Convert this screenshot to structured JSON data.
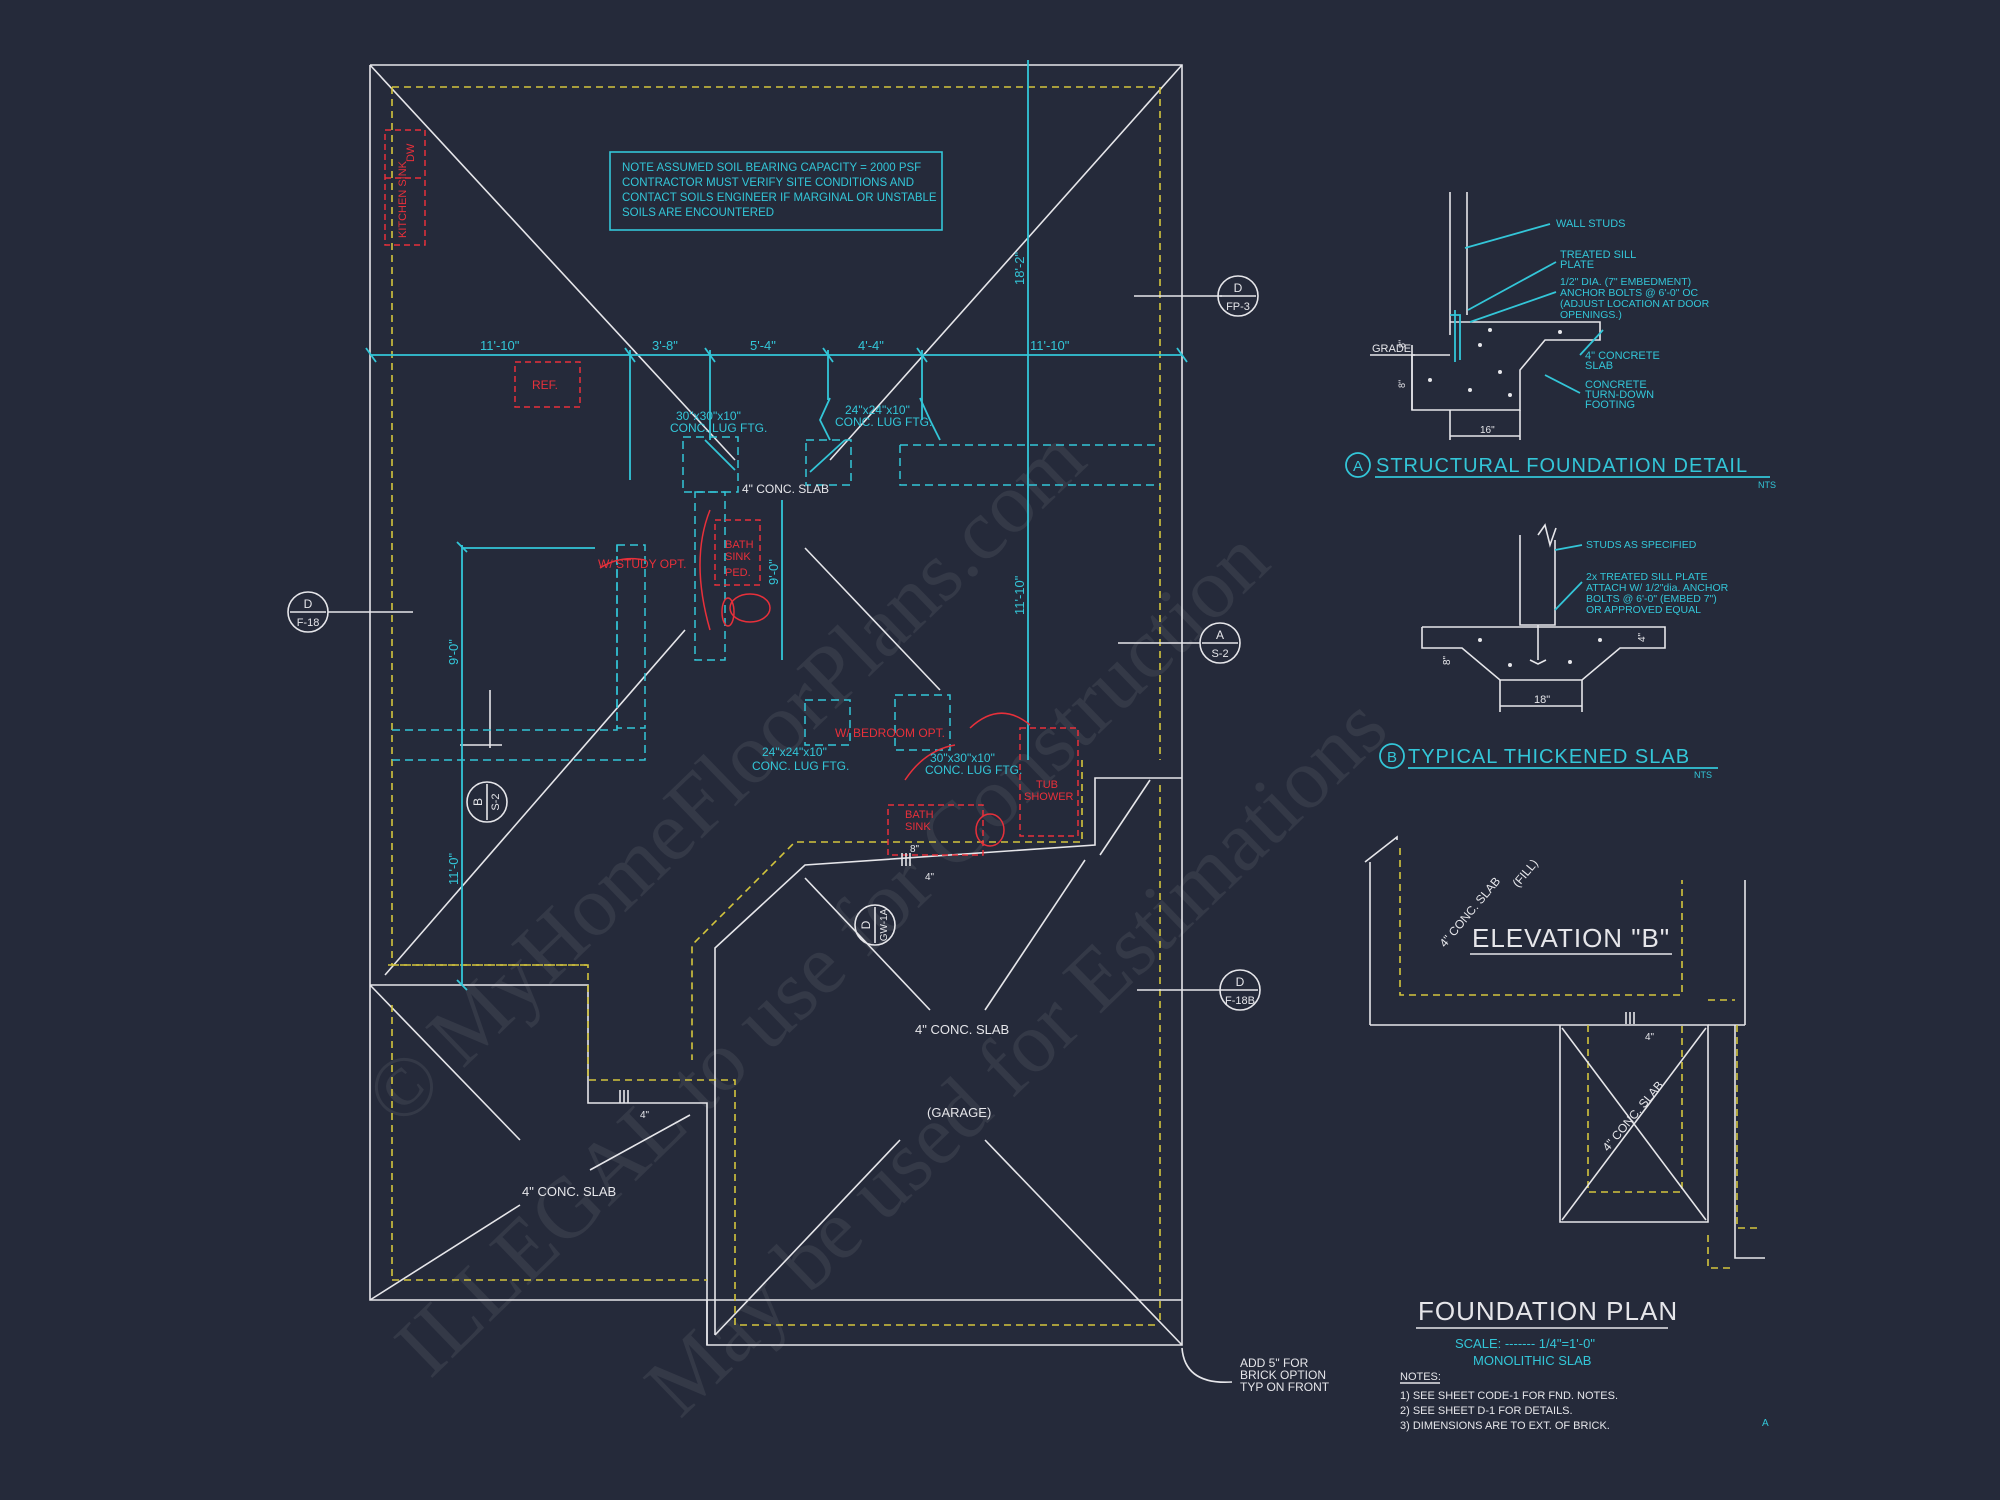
{
  "watermark": {
    "line1": "© MyHomeFloorPlans.com",
    "line2": "ILLEGAL to use for Construction",
    "line3": "May be used for Estimations"
  },
  "colors": {
    "background": "#252a3a",
    "cyan": "#33c6d8",
    "red": "#e8303a",
    "yellow": "#d4c53c",
    "white": "#e6e6ea"
  },
  "note_box": {
    "line1": "NOTE ASSUMED SOIL BEARING CAPACITY = 2000 PSF",
    "line2": "CONTRACTOR MUST VERIFY SITE CONDITIONS AND",
    "line3": "CONTACT SOILS ENGINEER IF MARGINAL OR UNSTABLE",
    "line4": "SOILS ARE ENCOUNTERED"
  },
  "dimensions": {
    "d1": "11'-10\"",
    "d2": "3'-8\"",
    "d3": "5'-4\"",
    "d4": "4'-4\"",
    "d5": "11'-10\"",
    "v1": "18'-2\"",
    "v2": "11'-10\"",
    "v3": "9'-0\"",
    "v4": "11'-0\"",
    "v5": "9'-0\""
  },
  "plan_labels": {
    "kitchen_sink": "KITCHEN SINK",
    "dw": "DW",
    "ref": "REF.",
    "ftg_30_a_1": "30\"x30\"x10\"",
    "ftg_30_a_2": "CONC. LUG FTG.",
    "ftg_24_a_1": "24\"x24\"x10\"",
    "ftg_24_a_2": "CONC. LUG FTG.",
    "slab_main": "4\" CONC. SLAB",
    "study_opt": "W/ STUDY OPT.",
    "bath_sink_ped_1": "BATH",
    "bath_sink_ped_2": "SINK",
    "bath_sink_ped_3": "PED.",
    "bedroom_opt": "W/ BEDROOM OPT.",
    "ftg_24_b_1": "24\"x24\"x10\"",
    "ftg_24_b_2": "CONC. LUG FTG.",
    "ftg_30_b_1": "30\"x30\"x10\"",
    "ftg_30_b_2": "CONC. LUG FTG.",
    "tub_shower_1": "TUB",
    "tub_shower_2": "SHOWER",
    "bath_sink_1": "BATH",
    "bath_sink_2": "SINK",
    "slab_garage": "4\" CONC. SLAB",
    "garage": "(GARAGE)",
    "slab_porch": "4\" CONC. SLAB",
    "step_8": "8\"",
    "step_4a": "4\"",
    "step_4b": "4\"",
    "brick_note_1": "ADD 5\" FOR",
    "brick_note_2": "BRICK OPTION",
    "brick_note_3": "TYP ON FRONT"
  },
  "callouts": {
    "fp3": {
      "top": "D",
      "bottom": "FP-3"
    },
    "f18": {
      "top": "D",
      "bottom": "F-18"
    },
    "s2a": {
      "top": "A",
      "bottom": "S-2"
    },
    "s2b": {
      "top": "B",
      "bottom": "S-2"
    },
    "gw1a": {
      "top": "D",
      "bottom": "GW-1A"
    },
    "f18b": {
      "top": "D",
      "bottom": "F-18B"
    }
  },
  "detail_a": {
    "marker": "A",
    "title": "STRUCTURAL FOUNDATION DETAIL",
    "scale": "NTS",
    "wall_studs": "WALL STUDS",
    "sill_1": "TREATED SILL",
    "sill_2": "PLATE",
    "bolt_1": "1/2\" DIA. (7\" EMBEDMENT)",
    "bolt_2": "ANCHOR BOLTS @ 6'-0\" OC",
    "bolt_3": "(ADJUST LOCATION AT DOOR",
    "bolt_4": "OPENINGS.)",
    "grade": "GRADE",
    "slab_1": "4\" CONCRETE",
    "slab_2": "SLAB",
    "footing_1": "CONCRETE",
    "footing_2": "TURN-DOWN",
    "footing_3": "FOOTING",
    "dim_width": "16\"",
    "dim_h1": "8\"",
    "dim_h2": "8\""
  },
  "detail_b": {
    "marker": "B",
    "title": "TYPICAL THICKENED SLAB",
    "scale": "NTS",
    "studs": "STUDS AS SPECIFIED",
    "plate_1": "2x TREATED SILL PLATE",
    "plate_2": "ATTACH W/ 1/2\"dia. ANCHOR",
    "plate_3": "BOLTS @ 6'-0\" (EMBED 7\")",
    "plate_4": "OR APPROVED EQUAL",
    "dim_width": "18\"",
    "dim_left": "8\"",
    "dim_right": "4\""
  },
  "elevation_b": {
    "title": "ELEVATION \"B\"",
    "slab": "4\" CONC. SLAB",
    "fill": "(FILL)",
    "slab2": "4\" CONC. SLAB",
    "step": "4\""
  },
  "title_block": {
    "title": "FOUNDATION PLAN",
    "scale": "SCALE: ------- 1/4\"=1'-0\"",
    "type": "MONOLITHIC SLAB",
    "notes_heading": "NOTES:",
    "note1": "1)  SEE SHEET CODE-1 FOR FND. NOTES.",
    "note2": "2)  SEE SHEET D-1 FOR DETAILS.",
    "note3": "3)  DIMENSIONS ARE TO EXT. OF BRICK.",
    "corner": "A"
  }
}
